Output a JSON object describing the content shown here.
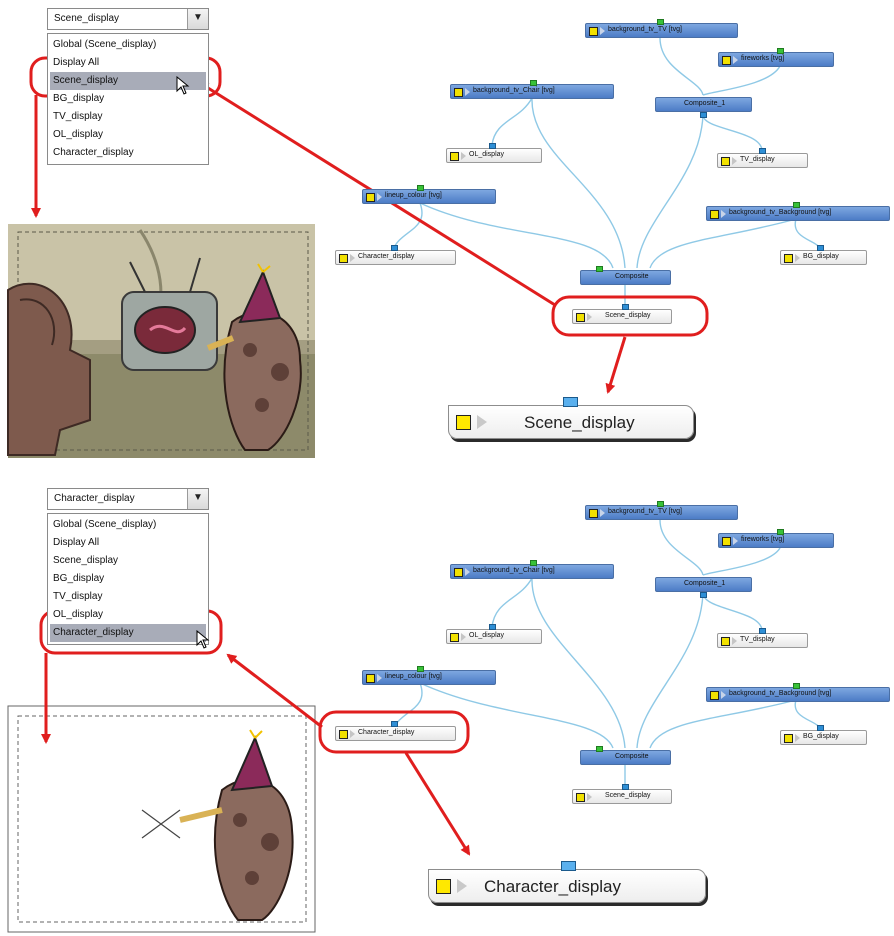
{
  "top_panel": {
    "dropdown": {
      "value": "Scene_display",
      "arrow": "chevron-down-icon"
    },
    "options": [
      "Global (Scene_display)",
      "Display All",
      "Scene_display",
      "BG_display",
      "TV_display",
      "OL_display",
      "Character_display"
    ],
    "selected_index": 2,
    "nodes": {
      "bg_tv": "background_tv_TV [tvg]",
      "fireworks": "fireworks [tvg]",
      "bg_chair": "background_tv_Chair [tvg]",
      "composite_1": "Composite_1",
      "ol_display": "OL_display",
      "tv_display": "TV_display",
      "lineup": "lineup_colour [tvg]",
      "bg_background": "background_tv_Background [tvg]",
      "character_display": "Character_display",
      "bg_display": "BG_display",
      "composite": "Composite",
      "scene_display": "Scene_display"
    },
    "big_node_label": "Scene_display"
  },
  "bottom_panel": {
    "dropdown": {
      "value": "Character_display",
      "arrow": "chevron-down-icon"
    },
    "options": [
      "Global (Scene_display)",
      "Display All",
      "Scene_display",
      "BG_display",
      "TV_display",
      "OL_display",
      "Character_display"
    ],
    "selected_index": 6,
    "nodes": {
      "bg_tv": "background_tv_TV [tvg]",
      "fireworks": "fireworks [tvg]",
      "bg_chair": "background_tv_Chair [tvg]",
      "composite_1": "Composite_1",
      "ol_display": "OL_display",
      "tv_display": "TV_display",
      "lineup": "lineup_colour [tvg]",
      "bg_background": "background_tv_Background [tvg]",
      "character_display": "Character_display",
      "bg_display": "BG_display",
      "composite": "Composite",
      "scene_display": "Scene_display"
    },
    "big_node_label": "Character_display"
  },
  "colors": {
    "highlight": "#e01e1e",
    "node_blue": "#5b88cf",
    "cable": "#8fc9e6",
    "port": "#2e8fd6",
    "icon_yellow": "#f2e100"
  }
}
